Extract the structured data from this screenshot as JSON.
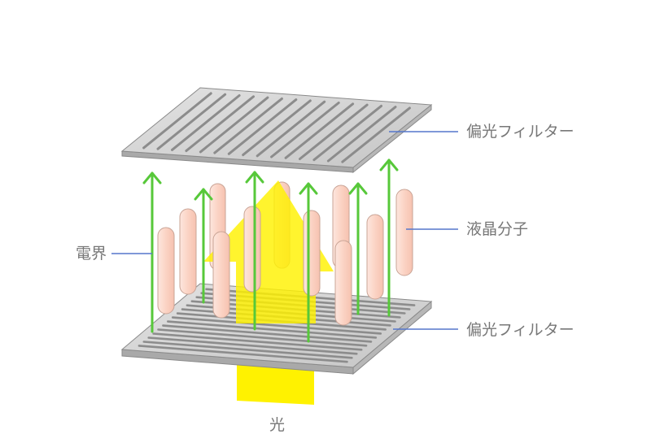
{
  "diagram": {
    "labels": {
      "top_polarizer": "偏光フィルター",
      "liquid_crystal": "液晶分子",
      "electric_field": "電界",
      "bottom_polarizer": "偏光フィルター",
      "light": "光"
    },
    "colors": {
      "polarizer_face": "#d0d0d0",
      "slit": "#8c8c8c",
      "field_arrow": "#57c83a",
      "molecule_fill": "#fbd9cc",
      "molecule_stroke": "#c9a496",
      "light_arrow": "#fff200",
      "leader_line": "#5577cc",
      "label_text": "#777777"
    }
  }
}
